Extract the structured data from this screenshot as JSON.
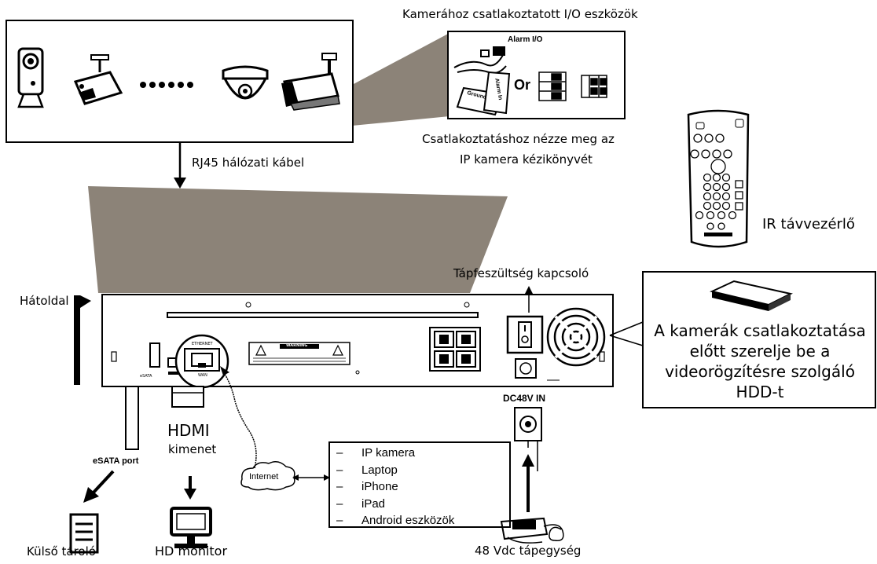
{
  "labels": {
    "io_devices": "Kamerához csatlakoztatott I/O eszközök",
    "alarm_io": "Alarm I/O",
    "or": "Or",
    "ground": "Ground",
    "alarm_in": "Alarm In",
    "io_note_line1": "Csatlakoztatáshoz nézze meg az",
    "io_note_line2": "IP kamera kézikönyvét",
    "rj45": "RJ45 hálózati kábel",
    "ir_remote": "IR távvezérlő",
    "power_switch": "Tápfeszültség kapcsoló",
    "back_side": "Hátoldal",
    "hdd_note": "A kamerák csatlakoztatása előtt szerelje be a videorögzítésre szolgáló HDD-t",
    "dc48v": "DC48V IN",
    "esata_port": "eSATA port",
    "hdmi": "HDMI",
    "hdmi_out": "kimenet",
    "internet": "Internet",
    "power_supply": "48 Vdc tápegység",
    "ext_storage": "Külső tároló",
    "hd_monitor": "HD monitor",
    "ethernet": "ETHERNET",
    "wan": "WAN",
    "warning": "WARNING"
  },
  "devices": [
    "IP kamera",
    "Laptop",
    "iPhone",
    "iPad",
    "Android eszközök"
  ],
  "colors": {
    "cone": "#8c8378",
    "line": "#000000",
    "panel": "#ffffff"
  }
}
